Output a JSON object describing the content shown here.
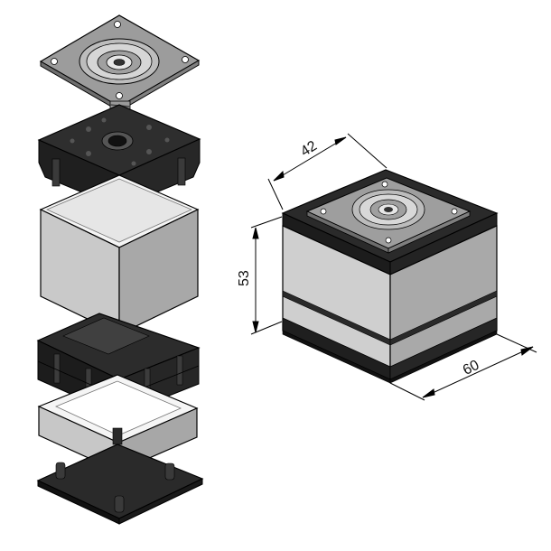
{
  "dimensions": {
    "top_width": "42",
    "height": "53",
    "base_width": "60"
  },
  "colors": {
    "dark": "#2b2b2b",
    "darker": "#1a1a1a",
    "gray_light": "#d2d2d2",
    "gray_mid": "#b4b4b4",
    "gray_dark": "#8c8c8c",
    "plate": "#a9a9a9",
    "plate_light": "#c8c8c8",
    "line": "#000000"
  }
}
